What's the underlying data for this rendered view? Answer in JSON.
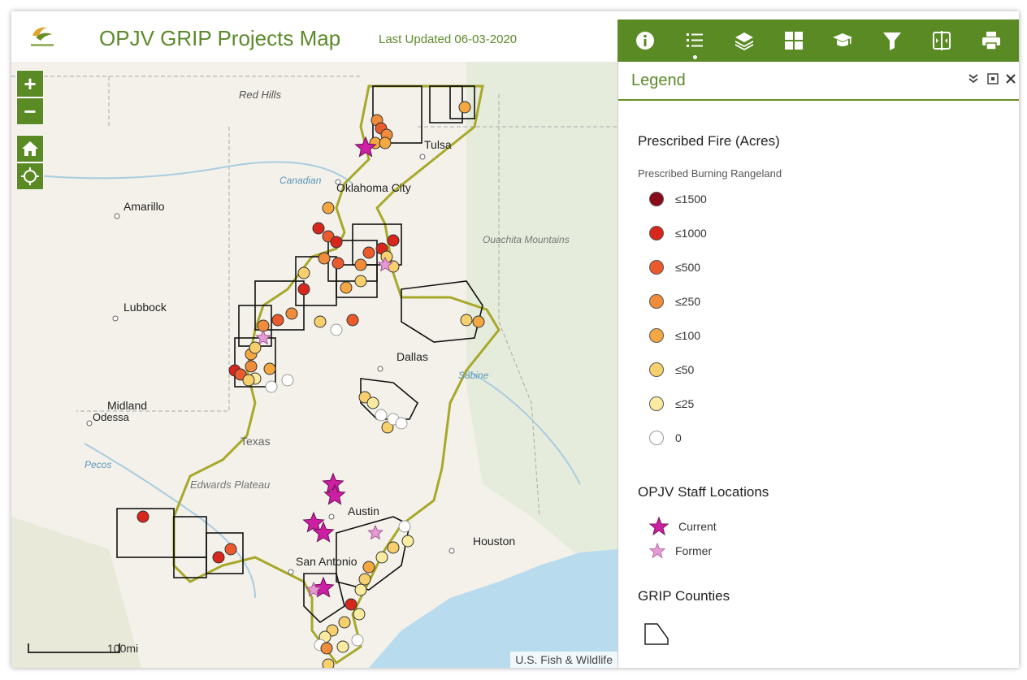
{
  "header": {
    "title": "OPJV GRIP Projects Map",
    "updated": "Last Updated 06-03-2020"
  },
  "toolbar": {
    "items": [
      {
        "name": "about",
        "icon": "info-icon"
      },
      {
        "name": "legend",
        "icon": "list-icon",
        "active": true
      },
      {
        "name": "layers",
        "icon": "layers-icon"
      },
      {
        "name": "basemap",
        "icon": "grid-icon"
      },
      {
        "name": "learn",
        "icon": "graduation-cap-icon"
      },
      {
        "name": "filter",
        "icon": "filter-icon"
      },
      {
        "name": "swipe",
        "icon": "split-view-icon"
      },
      {
        "name": "print",
        "icon": "printer-icon"
      }
    ]
  },
  "map_controls": {
    "zoom_in": "+",
    "zoom_out": "−"
  },
  "map": {
    "places": [
      {
        "name": "Red Hills"
      },
      {
        "name": "Tulsa"
      },
      {
        "name": "Oklahoma City"
      },
      {
        "name": "Amarillo"
      },
      {
        "name": "Lubbock"
      },
      {
        "name": "Midland"
      },
      {
        "name": "Odessa"
      },
      {
        "name": "Texas"
      },
      {
        "name": "Dallas"
      },
      {
        "name": "Austin"
      },
      {
        "name": "San Antonio"
      },
      {
        "name": "Houston"
      },
      {
        "name": "Ouachita Mountains"
      },
      {
        "name": "Edwards Plateau"
      },
      {
        "name": "Canadian"
      },
      {
        "name": "Sabine"
      },
      {
        "name": "Pecos"
      }
    ],
    "scale_label": "100mi",
    "attribution": "U.S. Fish & Wildlife",
    "colors": {
      "boundary": "#a8a82a",
      "county": "#111111",
      "star_current": "#cc1fa3",
      "star_former": "#e59ad6"
    }
  },
  "legend": {
    "title": "Legend",
    "fire_section": "Prescribed Fire (Acres)",
    "fire_sublabel": "Prescribed Burning Rangeland",
    "fire_classes": [
      {
        "label": "≤1500",
        "color": "#8b0a1a"
      },
      {
        "label": "≤1000",
        "color": "#d8261c"
      },
      {
        "label": "≤500",
        "color": "#ea5a2c"
      },
      {
        "label": "≤250",
        "color": "#f08c3a"
      },
      {
        "label": "≤100",
        "color": "#f5a742"
      },
      {
        "label": "≤50",
        "color": "#f7cf6c"
      },
      {
        "label": "≤25",
        "color": "#faeba0"
      },
      {
        "label": "0",
        "color": "#ffffff"
      }
    ],
    "staff_section": "OPJV Staff Locations",
    "staff": [
      {
        "label": "Current",
        "color": "#cc1fa3"
      },
      {
        "label": "Former",
        "color": "#e59ad6"
      }
    ],
    "counties_section": "GRIP Counties"
  }
}
